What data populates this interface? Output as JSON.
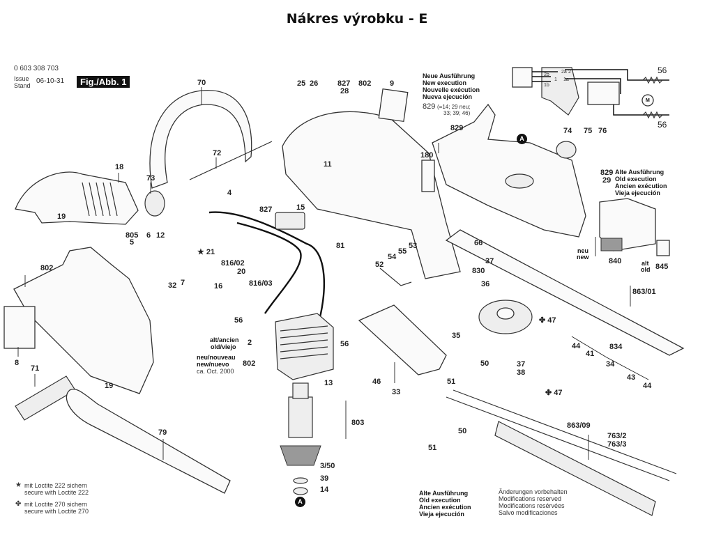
{
  "title": "Nákres výrobku - E",
  "header": {
    "part_number": "0 603 308 703",
    "issue_label_1": "Issue",
    "issue_label_2": "Stand",
    "issue_date": "06-10-31",
    "figure_label": "Fig./Abb. 1"
  },
  "new_execution_note": {
    "lines": [
      "Neue Ausführung",
      "New execution",
      "Nouvelle exécution",
      "Nueva ejecución"
    ],
    "ref": "829",
    "ref_detail_1": "(=14; 29 neu;",
    "ref_detail_2": "33; 39; 46)"
  },
  "old_execution_note_top": {
    "refs": [
      "829",
      "29"
    ],
    "lines": [
      "Alte Ausführung",
      "Old execution",
      "Ancien exécution",
      "Vieja ejecución"
    ]
  },
  "old_execution_note_bottom": {
    "lines": [
      "Alte Ausführung",
      "Old execution",
      "Ancien exécution",
      "Vieja ejecución"
    ]
  },
  "modifications_note": {
    "lines": [
      "Änderungen vorbehalten",
      "Modifications reserved",
      "Modifications resérvées",
      "Salvo modificaciones"
    ]
  },
  "loctite_notes": [
    {
      "symbol": "★",
      "line1": "mit Loctite 222 sichern",
      "line2": "secure with Loctite 222"
    },
    {
      "symbol": "✤",
      "line1": "mit Loctite 270 sichern",
      "line2": "secure with Loctite 270"
    }
  ],
  "stator_variants": {
    "old_1": "alt/ancien",
    "old_2": "old/viejo",
    "old_ref": "2",
    "new_1": "neu/nouveau",
    "new_2": "new/nuevo",
    "new_3": "ca. Oct. 2000",
    "new_ref": "802"
  },
  "arrow_labels": {
    "neu": "neu",
    "new": "new",
    "alt": "alt",
    "old": "old"
  },
  "marker_a": "A",
  "wiring": {
    "terminals": [
      "2",
      "2b",
      "1",
      "1b",
      "2a",
      "1a"
    ],
    "motor": "M",
    "resistor_ref_top": "56",
    "resistor_ref_bottom": "56"
  },
  "part_refs": {
    "p70": "70",
    "p18": "18",
    "p19a": "19",
    "p73": "73",
    "p72": "72",
    "p805": "805",
    "p5": "5",
    "p6": "6",
    "p12": "12",
    "p21": "21",
    "p32": "32",
    "p7": "7",
    "p4": "4",
    "p827a": "827",
    "p15": "15",
    "p81": "81",
    "p816_02": "816/02",
    "p20": "20",
    "p16": "16",
    "p816_03": "816/03",
    "p25": "25",
    "p26": "26",
    "p827b": "827",
    "p28": "28",
    "p802a": "802",
    "p9": "9",
    "p11": "11",
    "p180": "180",
    "p52": "52",
    "p54": "54",
    "p55": "55",
    "p53": "53",
    "p56a": "56",
    "p56b": "56",
    "p802b": "802",
    "p8": "8",
    "p71": "71",
    "p19b": "19",
    "p79": "79",
    "p13": "13",
    "p803": "803",
    "p3_50": "3/50",
    "p39": "39",
    "p14": "14",
    "p46": "46",
    "p33": "33",
    "p829": "829",
    "p66": "66",
    "p74": "74",
    "p75": "75",
    "p76": "76",
    "p840": "840",
    "p845": "845",
    "p863_01": "863/01",
    "p37a": "37",
    "p830": "830",
    "p36": "36",
    "p35": "35",
    "p47a": "47",
    "p37b": "37",
    "p38": "38",
    "p50a": "50",
    "p51a": "51",
    "p47b": "47",
    "p834": "834",
    "p44a": "44",
    "p41": "41",
    "p34": "34",
    "p43": "43",
    "p44b": "44",
    "p863_09": "863/09",
    "p763": "763/2",
    "p763b": "763/3",
    "p50b": "50",
    "p51b": "51"
  }
}
